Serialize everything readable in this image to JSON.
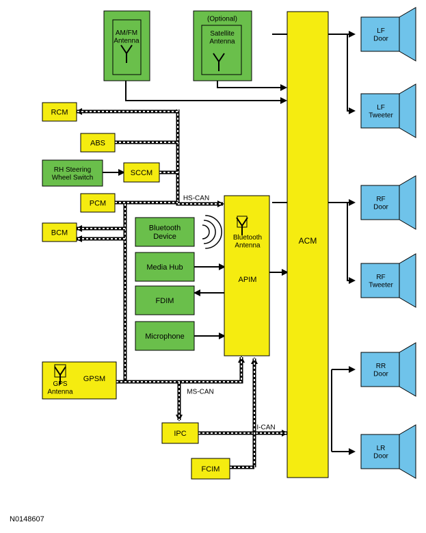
{
  "colors": {
    "yellow": "#f5ec10",
    "green": "#6abf4b",
    "blue": "#6fc3ea",
    "line": "#000000",
    "bus_dash": "#ffffff"
  },
  "modules": {
    "am_fm_antenna": "AM/FM\nAntenna",
    "optional": "(Optional)",
    "satellite_antenna": "Satellite\nAntenna",
    "rcm": "RCM",
    "abs": "ABS",
    "rh_steering_wheel_switch": "RH Steering\nWheel Switch",
    "sccm": "SCCM",
    "pcm": "PCM",
    "bcm": "BCM",
    "bluetooth_device": "Bluetooth\nDevice",
    "media_hub": "Media Hub",
    "fdim": "FDIM",
    "microphone": "Microphone",
    "bluetooth_antenna": "Bluetooth\nAntenna",
    "apim": "APIM",
    "acm": "ACM",
    "gps_antenna": "GPS\nAntenna",
    "gpsm": "GPSM",
    "ipc": "IPC",
    "fcim": "FCIM"
  },
  "buses": {
    "hs_can": "HS-CAN",
    "ms_can": "MS-CAN",
    "i_can": "I-CAN"
  },
  "speakers": [
    {
      "label": "LF\nDoor"
    },
    {
      "label": "LF\nTweeter"
    },
    {
      "label": "RF\nDoor"
    },
    {
      "label": "RF\nTweeter"
    },
    {
      "label": "RR\nDoor"
    },
    {
      "label": "LR\nDoor"
    }
  ],
  "figure_id": "N0148607"
}
